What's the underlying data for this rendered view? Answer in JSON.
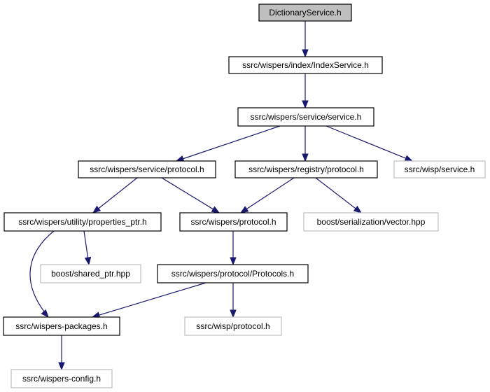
{
  "graph": {
    "title": "",
    "root": "DictionaryService.h",
    "nodes": [
      {
        "id": "n0",
        "label": "DictionaryService.h",
        "kind": "root"
      },
      {
        "id": "n1",
        "label": "ssrc/wispers/index/IndexService.h",
        "kind": "local"
      },
      {
        "id": "n2",
        "label": "ssrc/wispers/service/service.h",
        "kind": "local"
      },
      {
        "id": "n3",
        "label": "ssrc/wispers/service/protocol.h",
        "kind": "local"
      },
      {
        "id": "n4",
        "label": "ssrc/wispers/registry/protocol.h",
        "kind": "local"
      },
      {
        "id": "n5",
        "label": "ssrc/wisp/service.h",
        "kind": "external"
      },
      {
        "id": "n6",
        "label": "ssrc/wispers/utility/properties_ptr.h",
        "kind": "local"
      },
      {
        "id": "n7",
        "label": "ssrc/wispers/protocol.h",
        "kind": "local"
      },
      {
        "id": "n8",
        "label": "boost/serialization/vector.hpp",
        "kind": "external"
      },
      {
        "id": "n9",
        "label": "boost/shared_ptr.hpp",
        "kind": "external"
      },
      {
        "id": "n10",
        "label": "ssrc/wispers/protocol/Protocols.h",
        "kind": "local"
      },
      {
        "id": "n11",
        "label": "ssrc/wispers-packages.h",
        "kind": "local"
      },
      {
        "id": "n12",
        "label": "ssrc/wisp/protocol.h",
        "kind": "external"
      },
      {
        "id": "n13",
        "label": "ssrc/wispers-config.h",
        "kind": "external"
      }
    ],
    "edges": [
      {
        "from": "n0",
        "to": "n1"
      },
      {
        "from": "n1",
        "to": "n2"
      },
      {
        "from": "n2",
        "to": "n3"
      },
      {
        "from": "n2",
        "to": "n4"
      },
      {
        "from": "n2",
        "to": "n5"
      },
      {
        "from": "n3",
        "to": "n6"
      },
      {
        "from": "n3",
        "to": "n7"
      },
      {
        "from": "n4",
        "to": "n7"
      },
      {
        "from": "n4",
        "to": "n8"
      },
      {
        "from": "n6",
        "to": "n9"
      },
      {
        "from": "n6",
        "to": "n11"
      },
      {
        "from": "n7",
        "to": "n10"
      },
      {
        "from": "n10",
        "to": "n11"
      },
      {
        "from": "n10",
        "to": "n12"
      },
      {
        "from": "n11",
        "to": "n13"
      }
    ],
    "colors": {
      "root_fill": "#bfbfbf",
      "local_border": "#000000",
      "external_border": "#bfbfbf",
      "edge": "#191970"
    }
  }
}
